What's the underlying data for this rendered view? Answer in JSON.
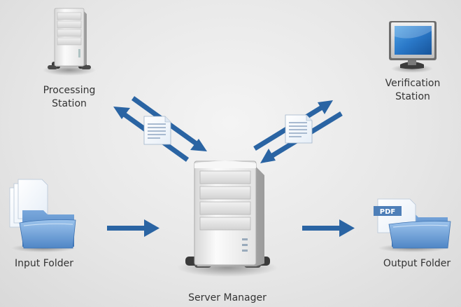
{
  "labels": {
    "processing_station": [
      "Processing",
      "Station"
    ],
    "verification_station": [
      "Verification",
      "Station"
    ],
    "input_folder": "Input Folder",
    "server_manager": "Server Manager",
    "output_folder": "Output Folder"
  },
  "pdf_badge": "PDF",
  "colors": {
    "arrow": "#2a64a3",
    "folder": "#5b8fc9",
    "background": "#e8e8e8",
    "label_text": "#333333"
  },
  "icons": [
    "processing-station-icon",
    "verification-station-icon",
    "input-folder-icon",
    "server-manager-icon",
    "output-folder-icon",
    "document-icon"
  ]
}
